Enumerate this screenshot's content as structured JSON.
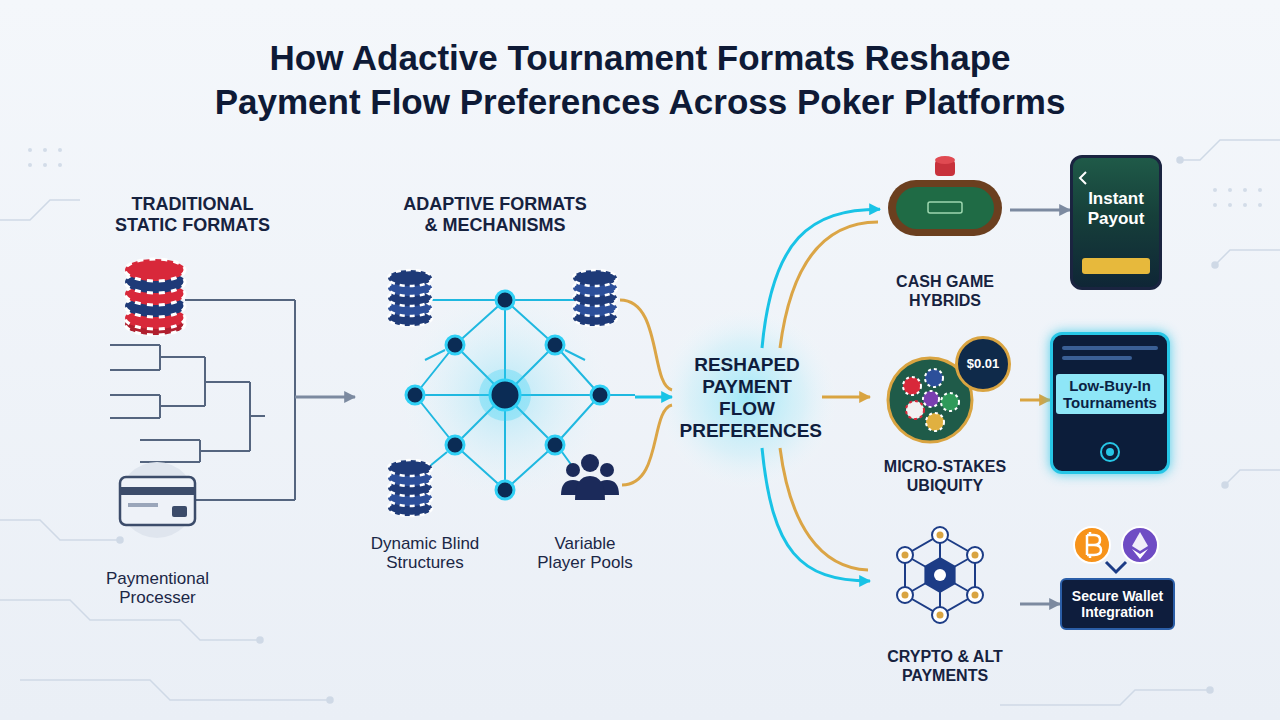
{
  "diagram": {
    "title": "How Adactive Tournament Formats Reshape Payment Flow Preferences Across Poker Platforms",
    "nodes": [
      {
        "text": [
          "TRADITIONAL STATIC FORMATS"
        ]
      },
      {
        "text": [
          "Paymentional Processer"
        ],
        "in": 0
      },
      {
        "text": [
          "ADAPTIVE FORMATS & MECHANISMS"
        ]
      },
      {
        "text": [
          "Dynamic Blind Structures"
        ],
        "in": 2
      },
      {
        "text": [
          "Variable Player Pools"
        ],
        "in": 2
      },
      {
        "text": [
          "RESHAPED PAYMENT FLOW PREFERENCES"
        ]
      },
      {
        "text": [
          "CASH GAME HYBRIDS"
        ]
      },
      {
        "text": [
          "Instant Payout"
        ]
      },
      {
        "text": [
          "MICRO-STAKES UBIQUITY"
        ]
      },
      {
        "text": [
          "$0.01"
        ],
        "in": 8
      },
      {
        "text": [
          "Low-Buy-In Tournaments"
        ]
      },
      {
        "text": [
          "CRYPTO & ALT PAYMENTS"
        ]
      },
      {
        "text": [
          "Secure Wallet Integration"
        ]
      }
    ],
    "edges": [
      {
        "from": 0,
        "to": 2,
        "arrow": "to"
      },
      {
        "from": 2,
        "to": 5,
        "arrow": "to"
      },
      {
        "from": 5,
        "to": 6,
        "arrow": "to"
      },
      {
        "from": 5,
        "to": 8,
        "arrow": "to"
      },
      {
        "from": 5,
        "to": 11,
        "arrow": "to"
      },
      {
        "from": 6,
        "to": 7,
        "arrow": "to"
      },
      {
        "from": 8,
        "to": 10,
        "arrow": "to"
      },
      {
        "from": 11,
        "to": 12,
        "arrow": "to"
      }
    ]
  }
}
